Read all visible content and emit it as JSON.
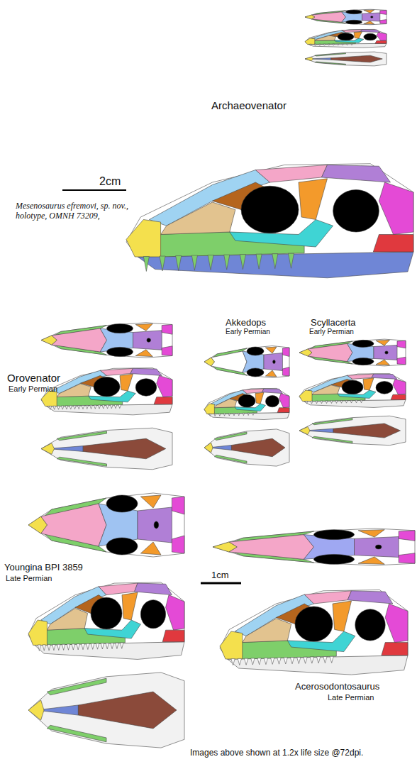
{
  "diagram": {
    "caption": "Images above shown at 1.2x life size @72dpi.",
    "labels": [
      "Archaeovenator",
      "2cm",
      "Mesenosaurus efremovi, sp. nov., holotype, OMNH 73209,",
      "Orovenator",
      "Early Permian",
      "Akkedops",
      "Early Permian",
      "Scyllacerta",
      "Early Permian",
      "Youngina BPI 3859",
      "Late Permian",
      "1cm",
      "Acerosodontosaurus",
      "Late Permian"
    ]
  }
}
